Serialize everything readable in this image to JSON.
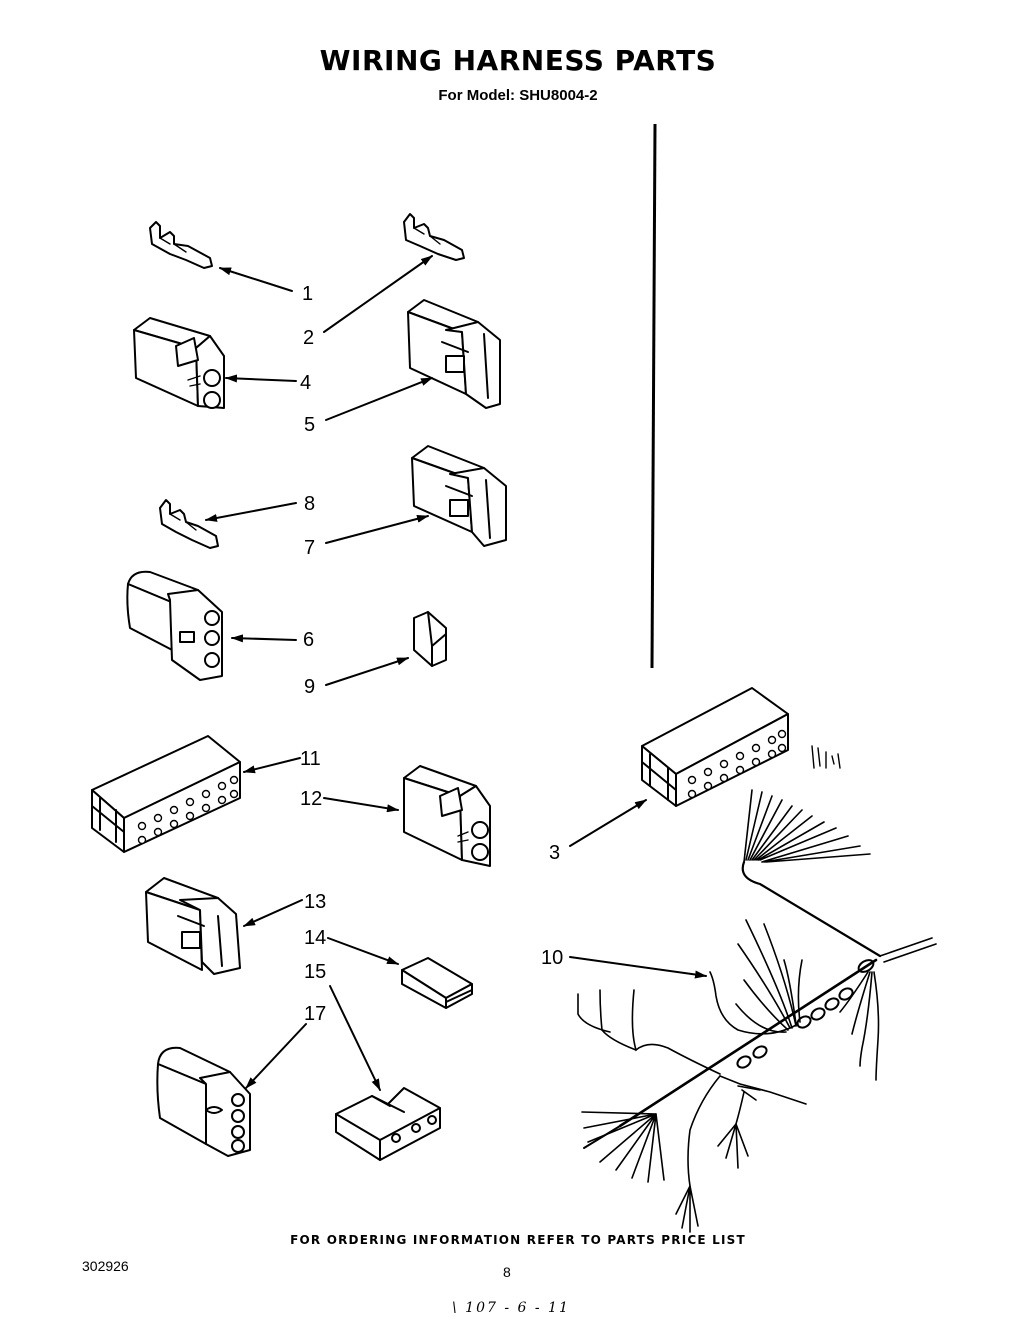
{
  "header": {
    "title": "WIRING HARNESS PARTS",
    "subtitle": "For Model: SHU8004-2"
  },
  "callouts": {
    "c1": "1",
    "c2": "2",
    "c3": "3",
    "c4": "4",
    "c5": "5",
    "c6": "6",
    "c7": "7",
    "c8": "8",
    "c9": "9",
    "c10": "10",
    "c11": "11",
    "c12": "12",
    "c13": "13",
    "c14": "14",
    "c15": "15",
    "c17": "17"
  },
  "footer": {
    "ordering_note": "FOR ORDERING INFORMATION REFER TO PARTS PRICE LIST",
    "doc_number": "302926",
    "page_number": "8",
    "handwritten_note": "\\ 107 - 6 - 11"
  }
}
